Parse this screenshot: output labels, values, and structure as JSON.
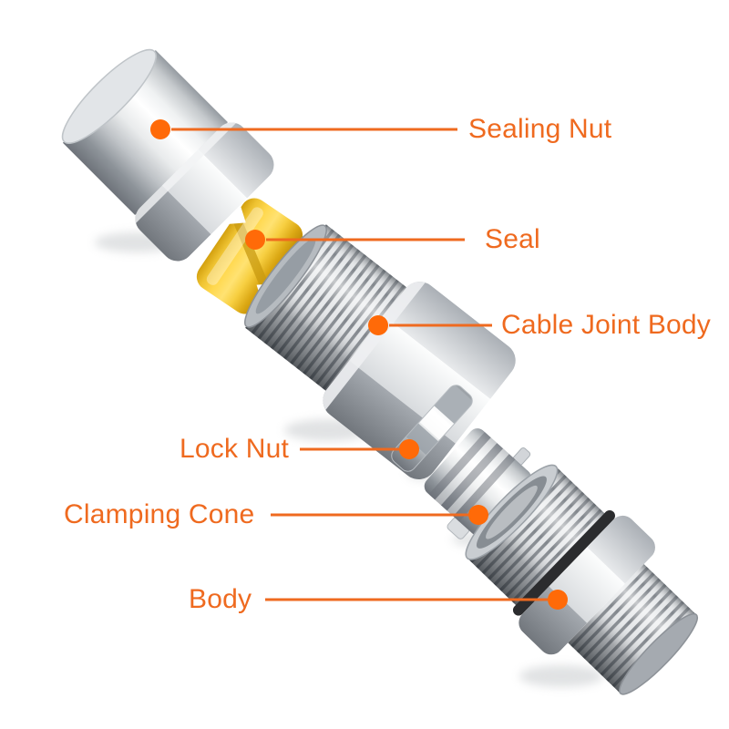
{
  "page": {
    "background": "#ffffff"
  },
  "colors": {
    "accent_orange": "#ef6a1f",
    "marker_dot_orange": "#ff6a08",
    "seal_yellow": "#ffd84e",
    "metal_light": "#e9ebec",
    "metal_dark": "#74797f",
    "gasket_black": "#2b2c2e"
  },
  "diagram": {
    "parts": [
      {
        "id": "sealing-nut",
        "label": "Sealing Nut"
      },
      {
        "id": "seal",
        "label": "Seal"
      },
      {
        "id": "cable-joint-body",
        "label": "Cable Joint Body"
      },
      {
        "id": "lock-nut",
        "label": "Lock Nut"
      },
      {
        "id": "clamping-cone",
        "label": "Clamping Cone"
      },
      {
        "id": "body",
        "label": "Body"
      }
    ]
  }
}
